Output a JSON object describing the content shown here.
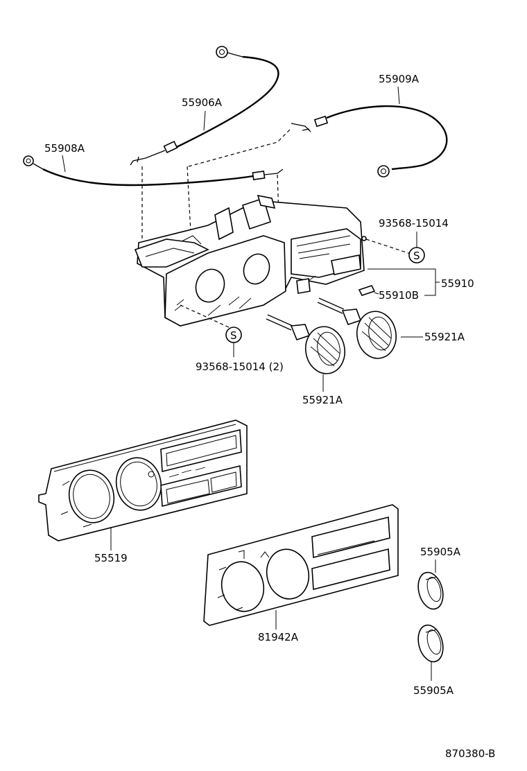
{
  "labels": {
    "cable_55906A": "55906A",
    "cable_55909A": "55909A",
    "cable_55908A": "55908A",
    "screw_top": "93568-15014",
    "assy_55910": "55910",
    "part_55910B": "55910B",
    "knob_right": "55921A",
    "screw_bottom": "93568-15014 (2)",
    "knob_left": "55921A",
    "panel_55519": "55519",
    "panel_81942A": "81942A",
    "knob_small_top": "55905A",
    "knob_small_bottom": "55905A",
    "drawing_number": "870380-B",
    "screw_symbol_top": "S",
    "screw_symbol_bottom": "S"
  }
}
